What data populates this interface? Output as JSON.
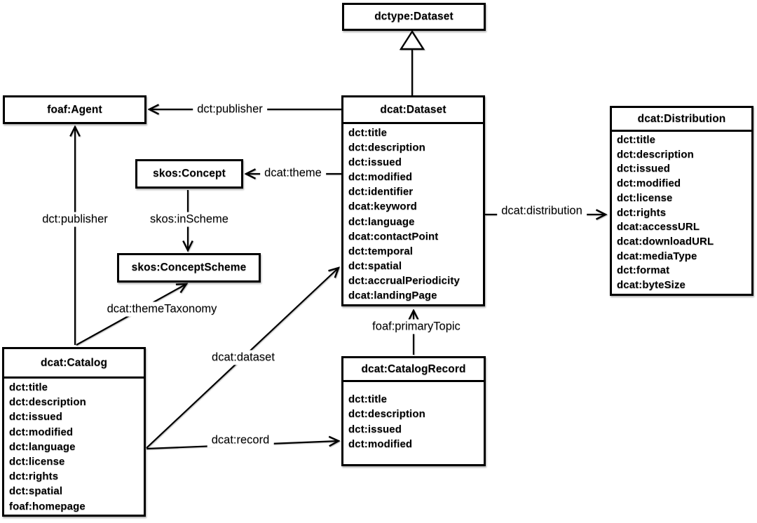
{
  "colors": {
    "line": "#000000",
    "box_border": "#000000",
    "box_background": "#ffffff",
    "page_background": "#ffffff",
    "text": "#000000"
  },
  "classes": [
    {
      "title": "dctype:Dataset",
      "properties": []
    },
    {
      "title": "foaf:Agent",
      "properties": []
    },
    {
      "title": "skos:Concept",
      "properties": []
    },
    {
      "title": "skos:ConceptScheme",
      "properties": []
    },
    {
      "title": "dcat:Dataset",
      "properties": [
        "dct:title",
        "dct:description",
        "dct:issued",
        "dct:modified",
        "dct:identifier",
        "dcat:keyword",
        "dct:language",
        "dcat:contactPoint",
        "dct:temporal",
        "dct:spatial",
        "dct:accrualPeriodicity",
        "dcat:landingPage"
      ]
    },
    {
      "title": "dcat:Distribution",
      "properties": [
        "dct:title",
        "dct:description",
        "dct:issued",
        "dct:modified",
        "dct:license",
        "dct:rights",
        "dcat:accessURL",
        "dcat:downloadURL",
        "dcat:mediaType",
        "dct:format",
        "dcat:byteSize"
      ]
    },
    {
      "title": "dcat:Catalog",
      "properties": [
        "dct:title",
        "dct:description",
        "dct:issued",
        "dct:modified",
        "dct:language",
        "dct:license",
        "dct:rights",
        "dct:spatial",
        "foaf:homepage"
      ]
    },
    {
      "title": "dcat:CatalogRecord",
      "properties": [
        "dct:title",
        "dct:description",
        "dct:issued",
        "dct:modified"
      ]
    }
  ],
  "relations": [
    {
      "label": "dct:publisher",
      "from": "dcat:Dataset",
      "to": "foaf:Agent",
      "type": "association"
    },
    {
      "label": "dcat:theme",
      "from": "dcat:Dataset",
      "to": "skos:Concept",
      "type": "association"
    },
    {
      "label": "skos:inScheme",
      "from": "skos:Concept",
      "to": "skos:ConceptScheme",
      "type": "association"
    },
    {
      "label": "dct:publisher",
      "from": "dcat:Catalog",
      "to": "foaf:Agent",
      "type": "association"
    },
    {
      "label": "dcat:themeTaxonomy",
      "from": "dcat:Catalog",
      "to": "skos:ConceptScheme",
      "type": "association"
    },
    {
      "label": "dcat:dataset",
      "from": "dcat:Catalog",
      "to": "dcat:Dataset",
      "type": "association"
    },
    {
      "label": "dcat:record",
      "from": "dcat:Catalog",
      "to": "dcat:CatalogRecord",
      "type": "association"
    },
    {
      "label": "foaf:primaryTopic",
      "from": "dcat:CatalogRecord",
      "to": "dcat:Dataset",
      "type": "association"
    },
    {
      "label": "dcat:distribution",
      "from": "dcat:Dataset",
      "to": "dcat:Distribution",
      "type": "association"
    },
    {
      "label": "",
      "from": "dcat:Dataset",
      "to": "dctype:Dataset",
      "type": "generalization"
    }
  ]
}
